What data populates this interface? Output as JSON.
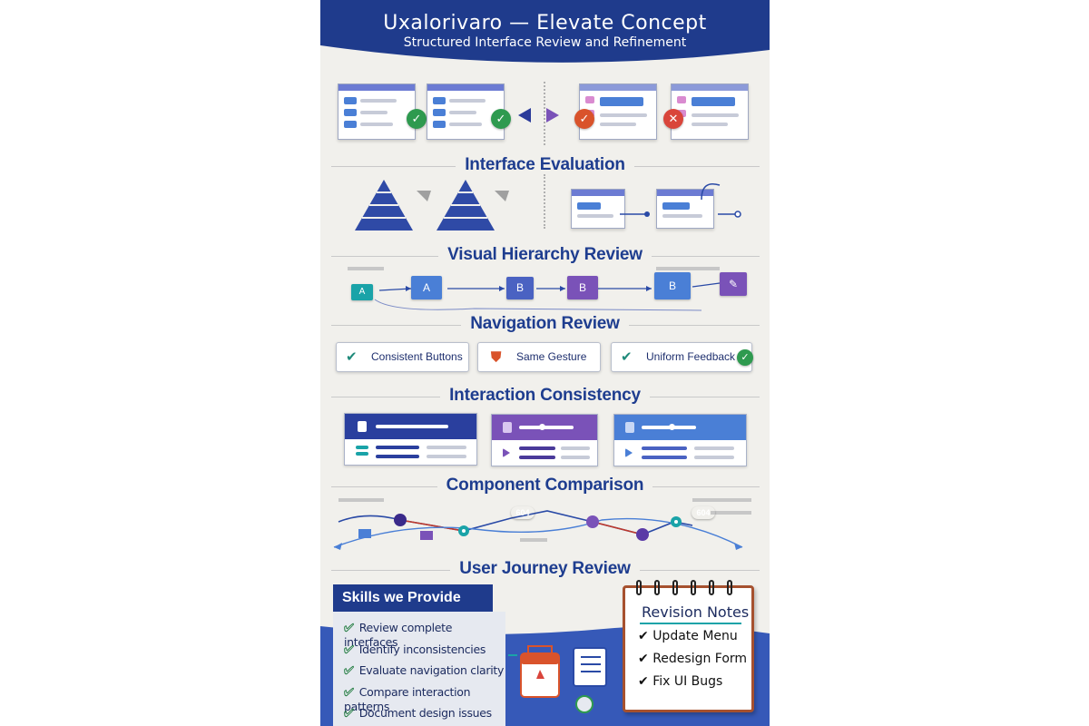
{
  "header": {
    "title": "Uxalorivaro — Elevate Concept",
    "subtitle": "Structured Interface Review and Refinement"
  },
  "sections": {
    "evaluation": "Interface Evaluation",
    "hierarchy": "Visual Hierarchy Review",
    "navigation": "Navigation Review",
    "interaction": "Interaction Consistency",
    "component": "Component Comparison",
    "journey": "User Journey Review"
  },
  "navigation_nodes": [
    "A",
    "A",
    "B",
    "B",
    "B"
  ],
  "consistency_chips": [
    {
      "label": "Consistent Buttons",
      "icon": "check-icon",
      "color": "#1f8a7a"
    },
    {
      "label": "Same Gesture",
      "icon": "shield-icon",
      "color": "#d9532b"
    },
    {
      "label": "Uniform Feedback",
      "icon": "check-icon",
      "color": "#1f8a7a"
    }
  ],
  "journey_badges": [
    "604",
    "604"
  ],
  "skills": {
    "title": "Skills we Provide",
    "items": [
      "Review complete interfaces",
      "Identify inconsistencies",
      "Evaluate navigation clarity",
      "Compare interaction patterns",
      "Document design issues"
    ]
  },
  "notes": {
    "title": "Revision Notes",
    "items": [
      "Update Menu",
      "Redesign Form",
      "Fix UI Bugs"
    ]
  },
  "colors": {
    "navy": "#1f3b8c",
    "blue": "#4a7fd6",
    "purple": "#7a52b8",
    "teal": "#1aa3a8",
    "green": "#2e9a4f",
    "red": "#d9453b",
    "orange": "#d9532b",
    "background": "#f1f0ec"
  }
}
